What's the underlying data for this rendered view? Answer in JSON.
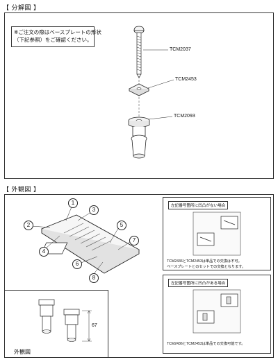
{
  "sections": {
    "exploded": "【 分解図 】",
    "exterior": "【 外観図 】"
  },
  "note": {
    "line1": "※ご注文の際はベースプレートの形状",
    "line2": "（下記参照）をご確認ください。"
  },
  "parts": {
    "bolt": "TCM2037",
    "plate": "TCM2453",
    "nut": "TCM2093"
  },
  "badges": [
    "1",
    "2",
    "3",
    "4",
    "5",
    "6",
    "7",
    "8"
  ],
  "info_no_bump": {
    "title": "左記番号箇所に凹凸がない場合",
    "line1": "TCM2436とTCM2453は単品での交換は不可。",
    "line2": "ベースプレートとのセットでの交換となります。"
  },
  "info_bump": {
    "title": "左記番号箇所に凹凸がある場合",
    "line1": "TCM2436とTCM2453は単品での交換可能です。"
  },
  "exterior_caption": "外観図",
  "dimension": "67"
}
